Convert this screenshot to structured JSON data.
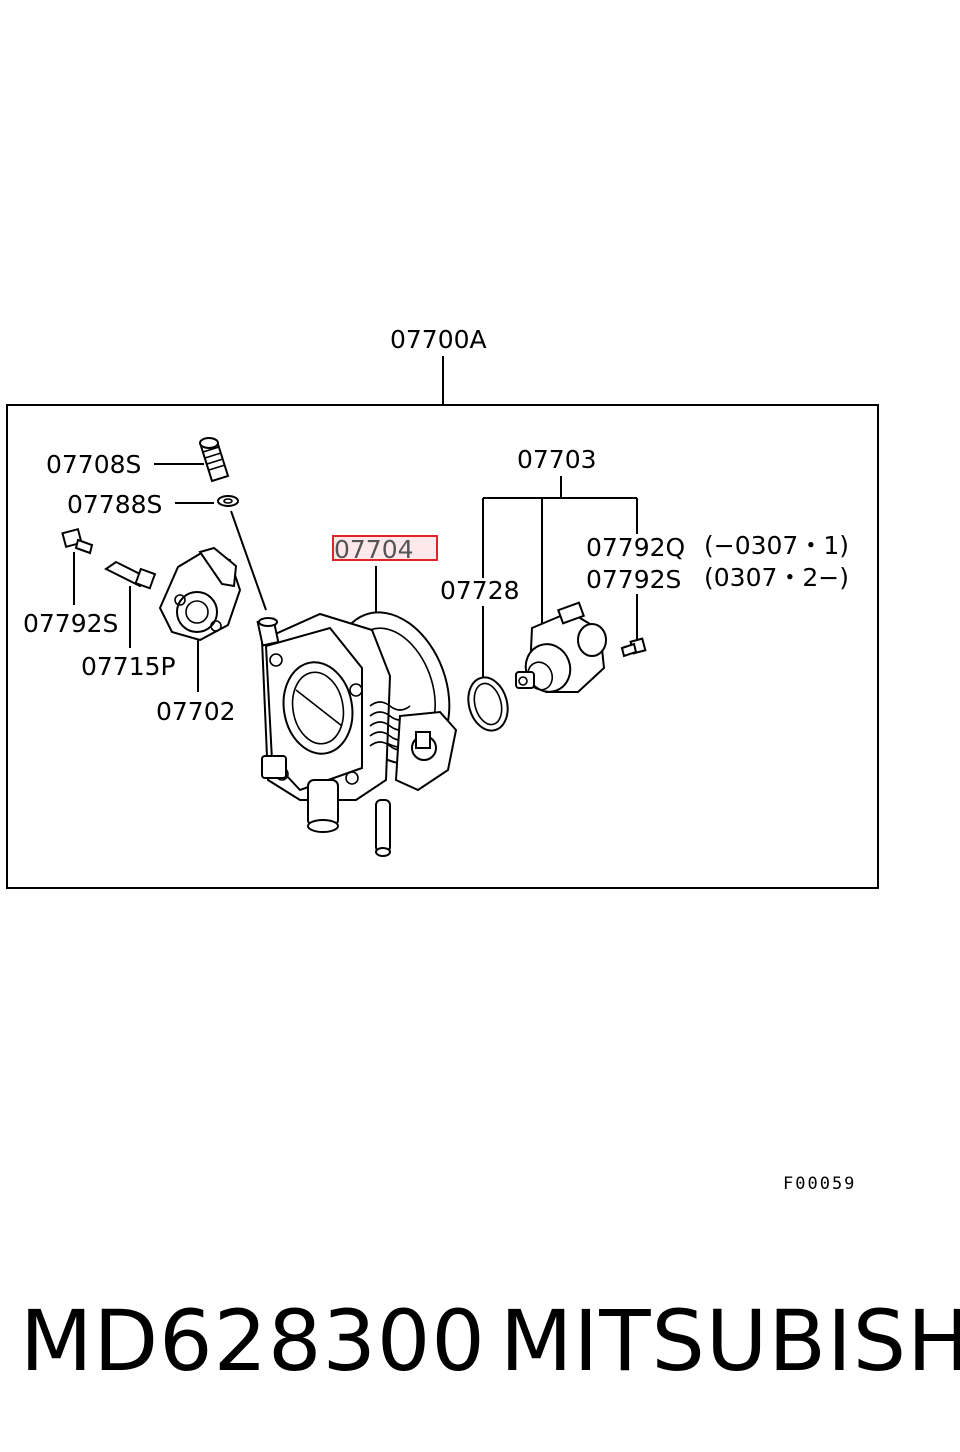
{
  "diagram": {
    "assembly_label": "07700A",
    "figure_code": "F00059",
    "highlight_color": "#e0202a",
    "parts": {
      "p07708S": "07708S",
      "p07788S": "07788S",
      "p07792S_left": "07792S",
      "p07715P": "07715P",
      "p07702": "07702",
      "p07704": "07704",
      "p07703": "07703",
      "p07728": "07728",
      "p07792Q": "07792Q",
      "p07792Q_range": "(−0307・1)",
      "p07792S_right": "07792S",
      "p07792S_range": "(0307・2−)"
    }
  },
  "footer": {
    "part_number": "MD628300",
    "brand": "MITSUBISHI"
  }
}
